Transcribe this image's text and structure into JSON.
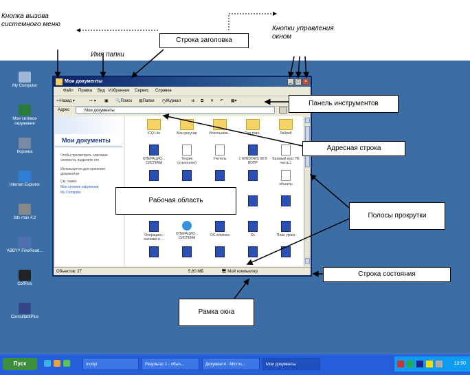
{
  "annotations": {
    "system_menu_button": "Кнопка вызова системного меню",
    "folder_name": "Имя папки",
    "title_bar": "Строка заголовка",
    "window_control_buttons": "Кнопки управления окном",
    "toolbar": "Панель инструментов",
    "address_bar": "Адресная  строка",
    "work_area": "Рабочая область",
    "scrollbars": "Полосы прокрутки",
    "status_bar": "Строка состояния",
    "window_frame": "Рамка окна"
  },
  "desktop_icons": [
    {
      "label": "My Computer"
    },
    {
      "label": "Мое сетевое окружение"
    },
    {
      "label": "Корзина"
    },
    {
      "label": "Internet Explorer"
    },
    {
      "label": "3ds max 4.2"
    },
    {
      "label": "ABBYY FineRead..."
    },
    {
      "label": "CoffRus"
    },
    {
      "label": "ConsultantPlus"
    }
  ],
  "window": {
    "title": "Мои документы",
    "menu": [
      "Файл",
      "Правка",
      "Вид",
      "Избранное",
      "Сервис",
      "Справка"
    ],
    "toolbar": {
      "back": "Назад",
      "search": "Поиск",
      "folders": "Папки",
      "journal": "Журнал"
    },
    "address": {
      "label": "Адрес",
      "value": "Мои документы"
    },
    "left_pane": {
      "title": "Мои документы",
      "text1": "Чтобы просмотреть описание элемента, выделите его.",
      "text2": "Используется для хранения документов",
      "see_also": "См. также:",
      "link1": "Мое сетевое окружение",
      "link2": "My Computer"
    },
    "files": [
      {
        "label": "ICQ Lite",
        "kind": "folder"
      },
      {
        "label": "Мои рисунки",
        "kind": "folder"
      },
      {
        "label": "Использова...",
        "kind": "folder"
      },
      {
        "label": "Пэл трио..",
        "kind": "folder"
      },
      {
        "label": "Лабраб",
        "kind": "folder"
      },
      {
        "label": "ОПЕРАЦИО... СИСТЕМА",
        "kind": "doc"
      },
      {
        "label": "Теория (эталонное)",
        "kind": "paper"
      },
      {
        "label": "Учитель",
        "kind": "paper"
      },
      {
        "label": "1 WINDOWS 98 В ВОПР",
        "kind": "doc"
      },
      {
        "label": "Базовый курс ПК часть 1",
        "kind": "paper"
      },
      {
        "label": "",
        "kind": "doc"
      },
      {
        "label": "",
        "kind": "doc"
      },
      {
        "label": "",
        "kind": "doc"
      },
      {
        "label": "",
        "kind": "doc"
      },
      {
        "label": "объекты",
        "kind": "paper"
      },
      {
        "label": "",
        "kind": "doc"
      },
      {
        "label": "",
        "kind": "doc"
      },
      {
        "label": "",
        "kind": "doc"
      },
      {
        "label": "",
        "kind": "doc"
      },
      {
        "label": "",
        "kind": "doc"
      },
      {
        "label": "Операции с папками и ...",
        "kind": "doc"
      },
      {
        "label": "ОПЕРАЦИО... СИСТЕМА",
        "kind": "ie"
      },
      {
        "label": "ОС windows",
        "kind": "doc"
      },
      {
        "label": "Ос",
        "kind": "doc"
      },
      {
        "label": "План урока",
        "kind": "doc"
      },
      {
        "label": "",
        "kind": "doc"
      },
      {
        "label": "",
        "kind": "doc"
      },
      {
        "label": "",
        "kind": "doc"
      },
      {
        "label": "",
        "kind": "doc"
      },
      {
        "label": "",
        "kind": "doc"
      }
    ],
    "status": {
      "objects": "Объектов: 27",
      "size": "5,60 МБ",
      "location": "Мой компьютер"
    }
  },
  "taskbar": {
    "start": "Пуск",
    "items": [
      "modyl",
      "Результат 1 - обыч...",
      "Документ4 - Micros...",
      "Мои документы"
    ],
    "time": "13:50"
  },
  "colors": {
    "desktop": "#3a6ea5",
    "taskbar": "#245edb",
    "titlebar": "#0a246a",
    "folder": "#f4d466"
  }
}
